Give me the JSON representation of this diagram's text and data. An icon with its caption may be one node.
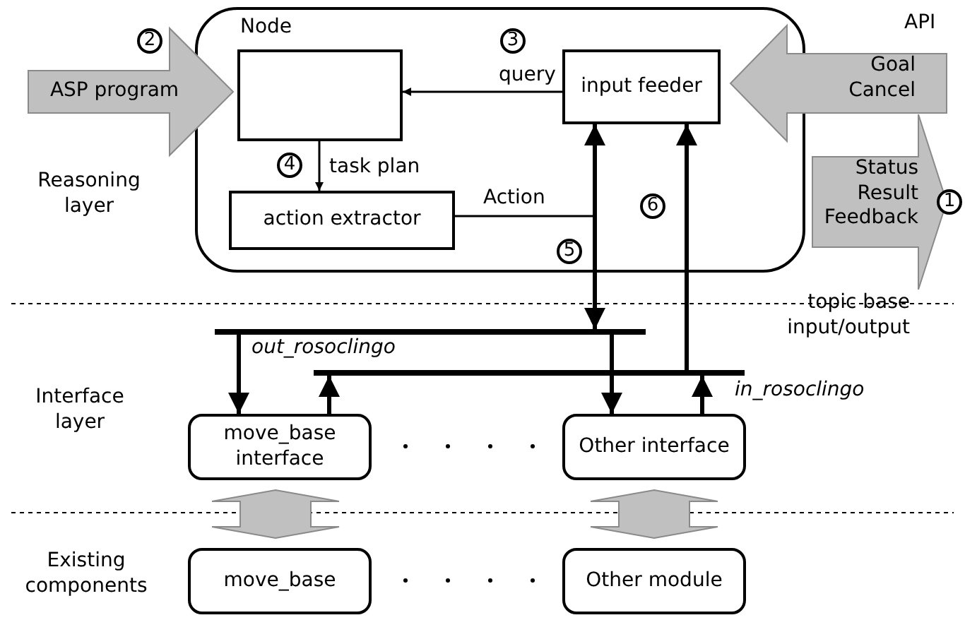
{
  "diagram": {
    "nodes": [
      {
        "text": [
          "Node"
        ]
      },
      {
        "text": [],
        "shape": "box",
        "in": 0
      },
      {
        "text": [
          "input feeder"
        ],
        "in": 0
      },
      {
        "text": [
          "action extractor"
        ],
        "in": 0
      },
      {
        "text": [],
        "shape": "bar",
        "beside": [
          "out_rosoclingo"
        ]
      },
      {
        "text": [],
        "shape": "bar",
        "beside": [
          "in_rosoclingo"
        ]
      },
      {
        "text": [
          "move_base interface"
        ]
      },
      {
        "text": [
          "Other interface"
        ]
      },
      {
        "text": [
          "move_base"
        ]
      },
      {
        "text": [
          "Other module"
        ]
      }
    ],
    "edges": [
      {
        "from": null,
        "to": 1,
        "arrow": "to",
        "label": "ASP program",
        "style": "thick",
        "color": "#c0c0c0"
      },
      {
        "from": 2,
        "to": 1,
        "arrow": "to",
        "label": "query"
      },
      {
        "from": 1,
        "to": 3,
        "arrow": "to",
        "label": "task plan"
      },
      {
        "from": 3,
        "to": 4,
        "arrow": "to",
        "label": "Action"
      },
      {
        "from": null,
        "to": 2,
        "arrow": "to",
        "label": "Goal Cancel",
        "style": "thick",
        "color": "#c0c0c0"
      },
      {
        "from": 0,
        "to": null,
        "arrow": "to",
        "label": "Status Result Feedback",
        "style": "thick",
        "color": "#c0c0c0"
      },
      {
        "from": 2,
        "to": 4,
        "arrow": "both"
      },
      {
        "from": 5,
        "to": 2,
        "arrow": "to"
      },
      {
        "from": 4,
        "to": 6,
        "arrow": "to"
      },
      {
        "from": 4,
        "to": 7,
        "arrow": "to"
      },
      {
        "from": 6,
        "to": 5,
        "arrow": "to"
      },
      {
        "from": 7,
        "to": 5,
        "arrow": "to"
      },
      {
        "from": 6,
        "to": 8,
        "arrow": "both",
        "style": "thick",
        "color": "#c0c0c0"
      },
      {
        "from": 7,
        "to": 9,
        "arrow": "both",
        "style": "thick",
        "color": "#c0c0c0"
      }
    ],
    "labels": [
      "2",
      "3",
      "API",
      "1",
      "4",
      "Reasoning layer",
      "6",
      "5",
      "topic base input/output",
      "Interface layer",
      "Existing components"
    ]
  }
}
